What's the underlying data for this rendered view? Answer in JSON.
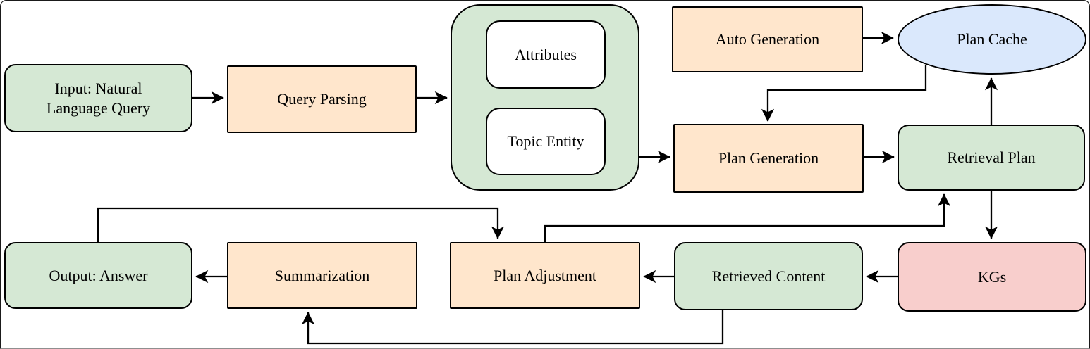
{
  "diagram": {
    "background": "#ffffff",
    "stroke_color": "#000000",
    "palette": {
      "green": "#d5e8d4",
      "orange": "#ffe6cc",
      "blue": "#dae8fc",
      "pink": "#f8cecc",
      "white": "#ffffff"
    },
    "nodes": {
      "input": {
        "label": "Input: Natural Language Query",
        "fill": "#d5e8d4",
        "shape": "rounded-rect"
      },
      "query_parsing": {
        "label": "Query Parsing",
        "fill": "#ffe6cc",
        "shape": "rect"
      },
      "parse_group": {
        "label": "",
        "fill": "#d5e8d4",
        "shape": "rounded-rect"
      },
      "attributes": {
        "label": "Attributes",
        "fill": "#ffffff",
        "shape": "rounded-rect"
      },
      "topic_entity": {
        "label": "Topic Entity",
        "fill": "#ffffff",
        "shape": "rounded-rect"
      },
      "auto_generation": {
        "label": "Auto Generation",
        "fill": "#ffe6cc",
        "shape": "rect"
      },
      "plan_cache": {
        "label": "Plan Cache",
        "fill": "#dae8fc",
        "shape": "ellipse"
      },
      "plan_generation": {
        "label": "Plan Generation",
        "fill": "#ffe6cc",
        "shape": "rect"
      },
      "retrieval_plan": {
        "label": "Retrieval Plan",
        "fill": "#d5e8d4",
        "shape": "rounded-rect"
      },
      "kgs": {
        "label": "KGs",
        "fill": "#f8cecc",
        "shape": "rounded-rect"
      },
      "retrieved_content": {
        "label": "Retrieved Content",
        "fill": "#d5e8d4",
        "shape": "rounded-rect"
      },
      "plan_adjustment": {
        "label": "Plan Adjustment",
        "fill": "#ffe6cc",
        "shape": "rect"
      },
      "summarization": {
        "label": "Summarization",
        "fill": "#ffe6cc",
        "shape": "rect"
      },
      "output": {
        "label": "Output: Answer",
        "fill": "#d5e8d4",
        "shape": "rounded-rect"
      }
    },
    "edges": [
      {
        "from": "input",
        "to": "query_parsing"
      },
      {
        "from": "query_parsing",
        "to": "parse_group"
      },
      {
        "from": "parse_group",
        "to": "plan_generation"
      },
      {
        "from": "auto_generation",
        "to": "plan_cache"
      },
      {
        "from": "plan_cache",
        "to": "plan_generation"
      },
      {
        "from": "plan_generation",
        "to": "retrieval_plan"
      },
      {
        "from": "retrieval_plan",
        "to": "plan_cache"
      },
      {
        "from": "retrieval_plan",
        "to": "kgs"
      },
      {
        "from": "kgs",
        "to": "retrieved_content"
      },
      {
        "from": "retrieved_content",
        "to": "plan_adjustment"
      },
      {
        "from": "plan_adjustment",
        "to": "retrieval_plan"
      },
      {
        "from": "retrieved_content",
        "to": "summarization"
      },
      {
        "from": "summarization",
        "to": "output"
      },
      {
        "from": "output",
        "to": "plan_adjustment"
      }
    ]
  }
}
